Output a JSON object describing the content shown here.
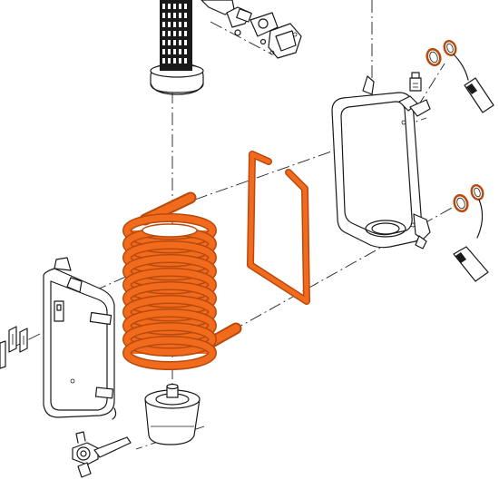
{
  "colors": {
    "accent": "#f26b1d",
    "accent_dark": "#b84a0e",
    "line": "#1a1a1a",
    "background": "#ffffff"
  },
  "parts": [
    {
      "name": "filter-cartridge",
      "color": "line"
    },
    {
      "name": "coil-heat-exchanger",
      "color": "accent"
    },
    {
      "name": "loop-frame",
      "color": "accent"
    },
    {
      "name": "front-shell",
      "color": "line"
    },
    {
      "name": "rear-housing",
      "color": "line"
    },
    {
      "name": "cup-insert",
      "color": "line"
    },
    {
      "name": "drain-valve",
      "color": "line"
    },
    {
      "name": "sensor-probe-upper",
      "color": "line"
    },
    {
      "name": "sensor-probe-lower",
      "color": "line"
    },
    {
      "name": "seal-rings",
      "color": "accent"
    }
  ]
}
